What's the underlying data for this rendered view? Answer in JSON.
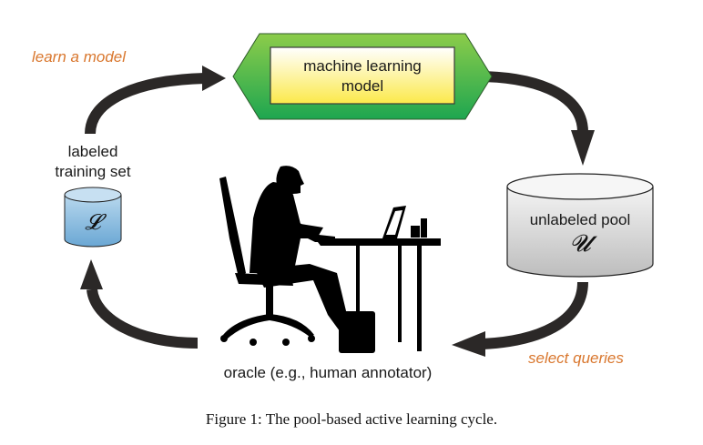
{
  "figure": {
    "caption": "Figure 1: The pool-based active learning cycle.",
    "nodes": {
      "model": {
        "label_line1": "machine learning",
        "label_line2": "model",
        "fill_outer": "#4cb848",
        "fill_inner": "#fff5a0"
      },
      "labeled_set": {
        "label_line1": "labeled",
        "label_line2": "training set",
        "symbol": "𝓛",
        "fill": "#8fbfe0"
      },
      "unlabeled_pool": {
        "label": "unlabeled pool",
        "symbol": "𝓤",
        "fill": "#dcdcdc"
      },
      "oracle": {
        "label": "oracle (e.g., human annotator)"
      }
    },
    "steps": {
      "learn": "learn a model",
      "select": "select queries"
    },
    "colors": {
      "arrow": "#2b2827",
      "step_text": "#d9772e"
    }
  }
}
